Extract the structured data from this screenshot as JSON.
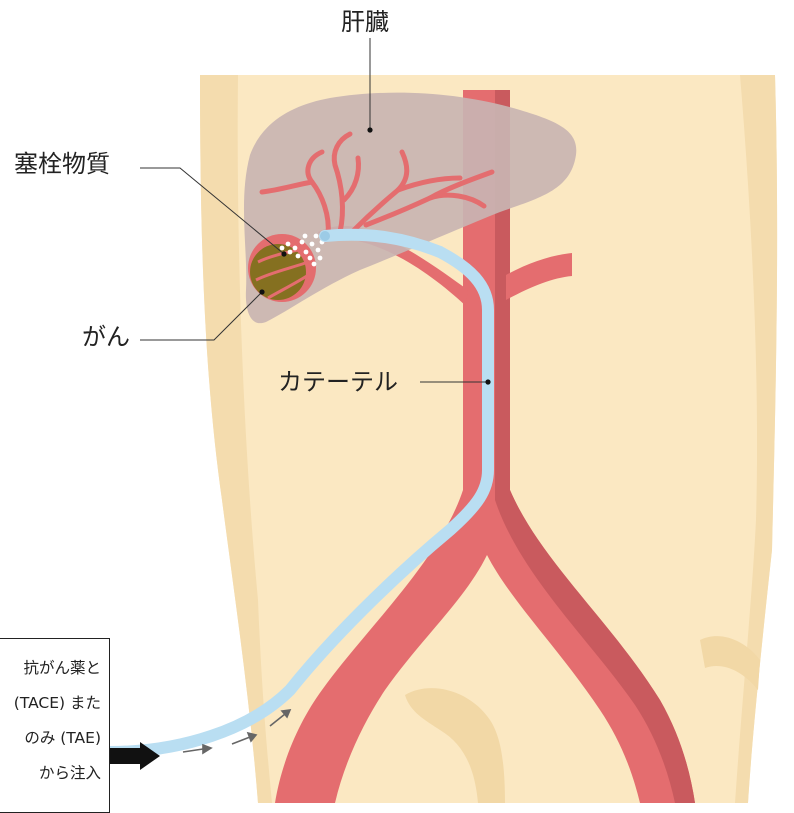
{
  "labels": {
    "liver": "肝臓",
    "embolic_material": "塞栓物質",
    "cancer": "がん",
    "catheter": "カテーテル"
  },
  "note": {
    "lines": [
      "抗がん薬と",
      "(TACE) また",
      "のみ (TAE)",
      "から注入"
    ]
  },
  "colors": {
    "skin": "#fbe8c2",
    "skin_shadow": "#f0d7a6",
    "artery": "#e46d6f",
    "artery_dark": "#c65357",
    "liver": "#c9b4b2",
    "tumor": "#857020",
    "catheter": "#b9def2",
    "leader_line": "#333333"
  }
}
